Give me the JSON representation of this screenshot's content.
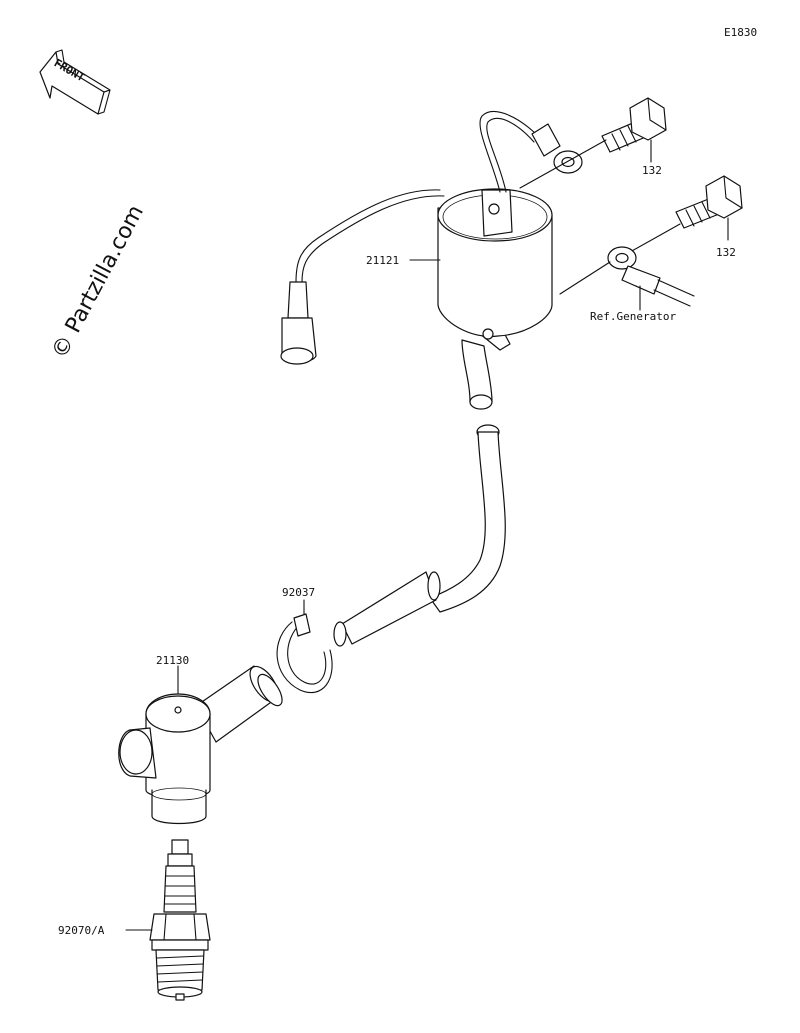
{
  "diagram": {
    "code": "E1830",
    "front_label": "FRONT",
    "watermark": "© Partzilla.com",
    "parts": [
      {
        "id": "ignition-coil",
        "number": "21121"
      },
      {
        "id": "bolt-upper",
        "number": "132"
      },
      {
        "id": "bolt-lower",
        "number": "132"
      },
      {
        "id": "ref-generator",
        "number": "Ref.Generator"
      },
      {
        "id": "clamp",
        "number": "92037"
      },
      {
        "id": "plug-cap",
        "number": "21130"
      },
      {
        "id": "spark-plug",
        "number": "92070/A"
      }
    ]
  }
}
